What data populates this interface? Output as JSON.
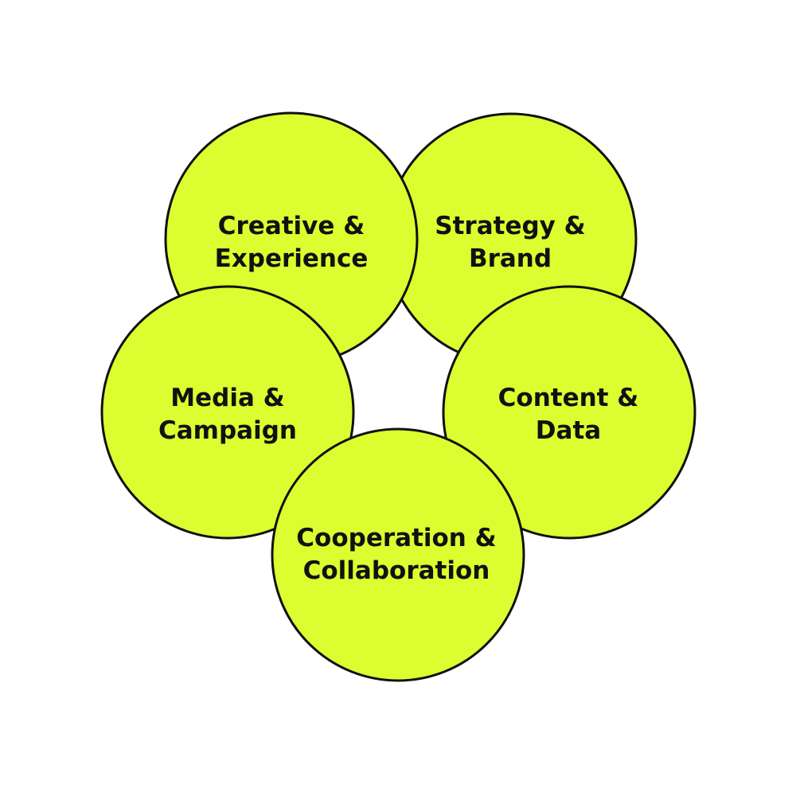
{
  "diagram": {
    "fill_color": "#dcfd2f",
    "stroke_color": "#111111",
    "background_color": "#ffffff",
    "circles": [
      {
        "id": "creative-experience",
        "lines": [
          "Creative &",
          "Experience"
        ]
      },
      {
        "id": "strategy-brand",
        "lines": [
          "Strategy &",
          "Brand"
        ]
      },
      {
        "id": "media-campaign",
        "lines": [
          "Media &",
          "Campaign"
        ]
      },
      {
        "id": "content-data",
        "lines": [
          "Content &",
          "Data"
        ]
      },
      {
        "id": "cooperation-collaboration",
        "lines": [
          "Cooperation &",
          "Collaboration"
        ]
      }
    ]
  }
}
